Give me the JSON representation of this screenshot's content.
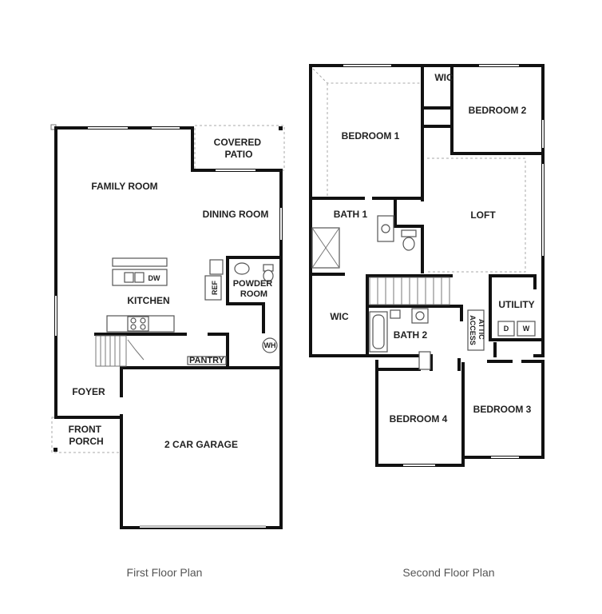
{
  "first_floor": {
    "caption": "First Floor Plan",
    "rooms": {
      "covered_patio": [
        "COVERED",
        "PATIO"
      ],
      "family_room": "FAMILY ROOM",
      "dining_room": "DINING ROOM",
      "dw": "DW",
      "kitchen": "KITCHEN",
      "ref": "REF",
      "powder_room": [
        "POWDER",
        "ROOM"
      ],
      "wh": "WH",
      "pantry": "PANTRY",
      "foyer": "FOYER",
      "front_porch": [
        "FRONT",
        "PORCH"
      ],
      "garage": "2 CAR GARAGE"
    }
  },
  "second_floor": {
    "caption": "Second Floor Plan",
    "rooms": {
      "wic_top": "WIC",
      "bedroom_2": "BEDROOM 2",
      "bedroom_1": "BEDROOM 1",
      "bath_1": "BATH 1",
      "loft": "LOFT",
      "wic_left": "WIC",
      "utility": "UTILITY",
      "d": "D",
      "w": "W",
      "attic_access": [
        "ATTIC",
        "ACCESS"
      ],
      "bath_2": "BATH 2",
      "bedroom_4": "BEDROOM 4",
      "bedroom_3": "BEDROOM 3"
    }
  }
}
